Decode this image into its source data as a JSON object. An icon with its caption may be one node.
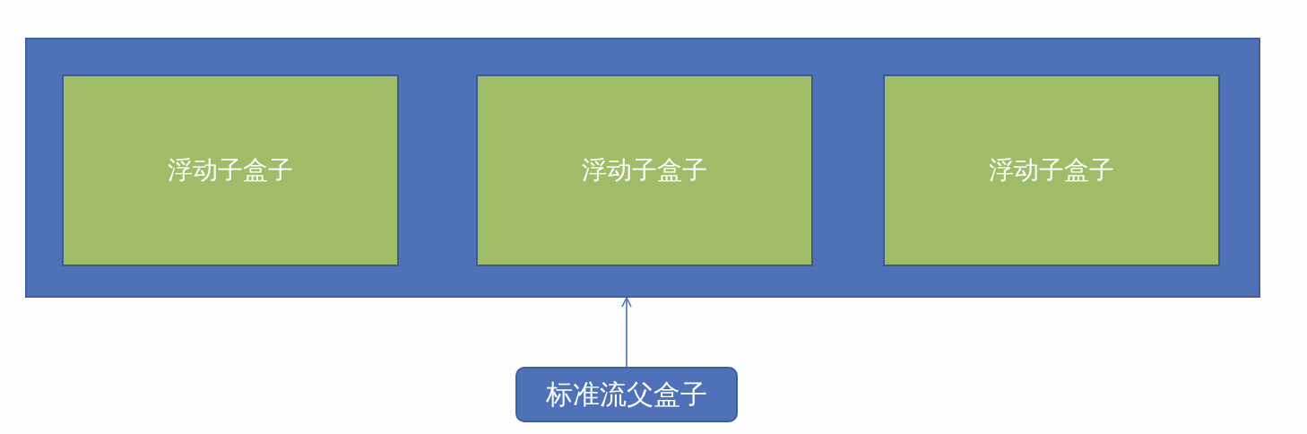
{
  "diagram": {
    "nodes": [
      {
        "text": [],
        "shape": "box"
      },
      {
        "text": [
          "浮动子盒子"
        ],
        "in": 0
      },
      {
        "text": [
          "浮动子盒子"
        ],
        "in": 0
      },
      {
        "text": [
          "浮动子盒子"
        ],
        "in": 0
      },
      {
        "text": [
          "标准流父盒子"
        ]
      }
    ],
    "edges": [
      {
        "from": 4,
        "to": 0,
        "arrow": "to"
      }
    ]
  }
}
